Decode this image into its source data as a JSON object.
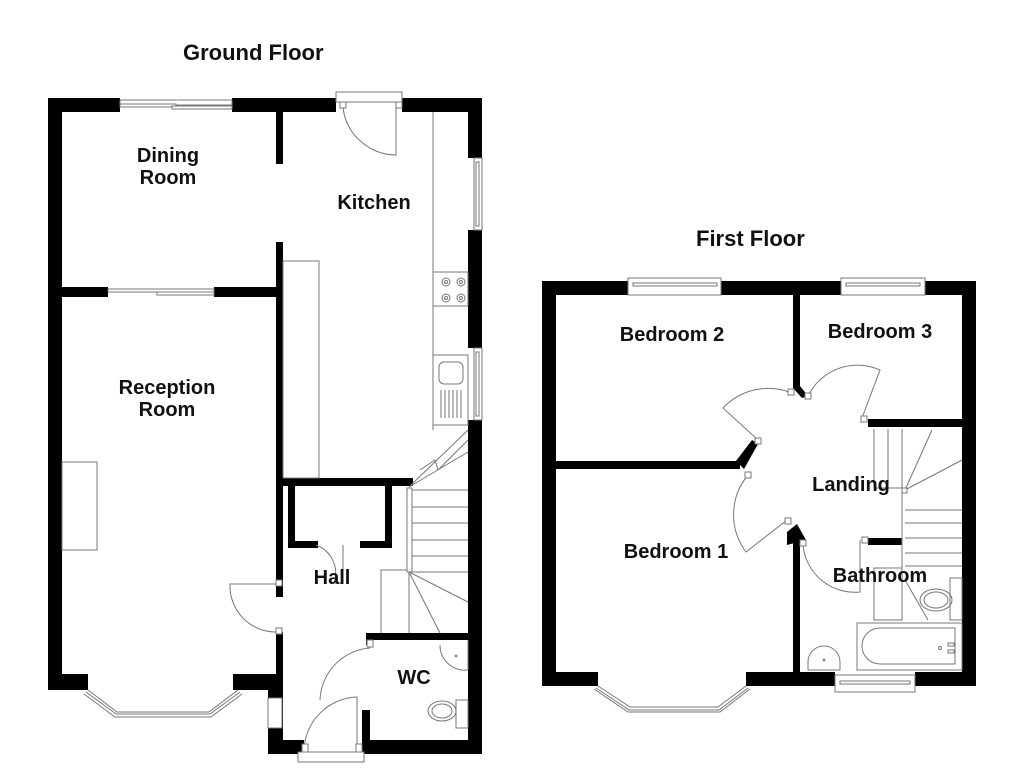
{
  "floors": [
    {
      "title": "Ground Floor",
      "rooms": [
        {
          "name": "Dining",
          "name2": "Room"
        },
        {
          "name": "Kitchen"
        },
        {
          "name": "Reception",
          "name2": "Room"
        },
        {
          "name": "Hall"
        },
        {
          "name": "WC"
        }
      ]
    },
    {
      "title": "First Floor",
      "rooms": [
        {
          "name": "Bedroom 2"
        },
        {
          "name": "Bedroom 3"
        },
        {
          "name": "Landing"
        },
        {
          "name": "Bedroom 1"
        },
        {
          "name": "Bathroom"
        }
      ]
    }
  ],
  "colors": {
    "wall": "#000000",
    "fixture_line": "#777777",
    "background": "#ffffff"
  }
}
